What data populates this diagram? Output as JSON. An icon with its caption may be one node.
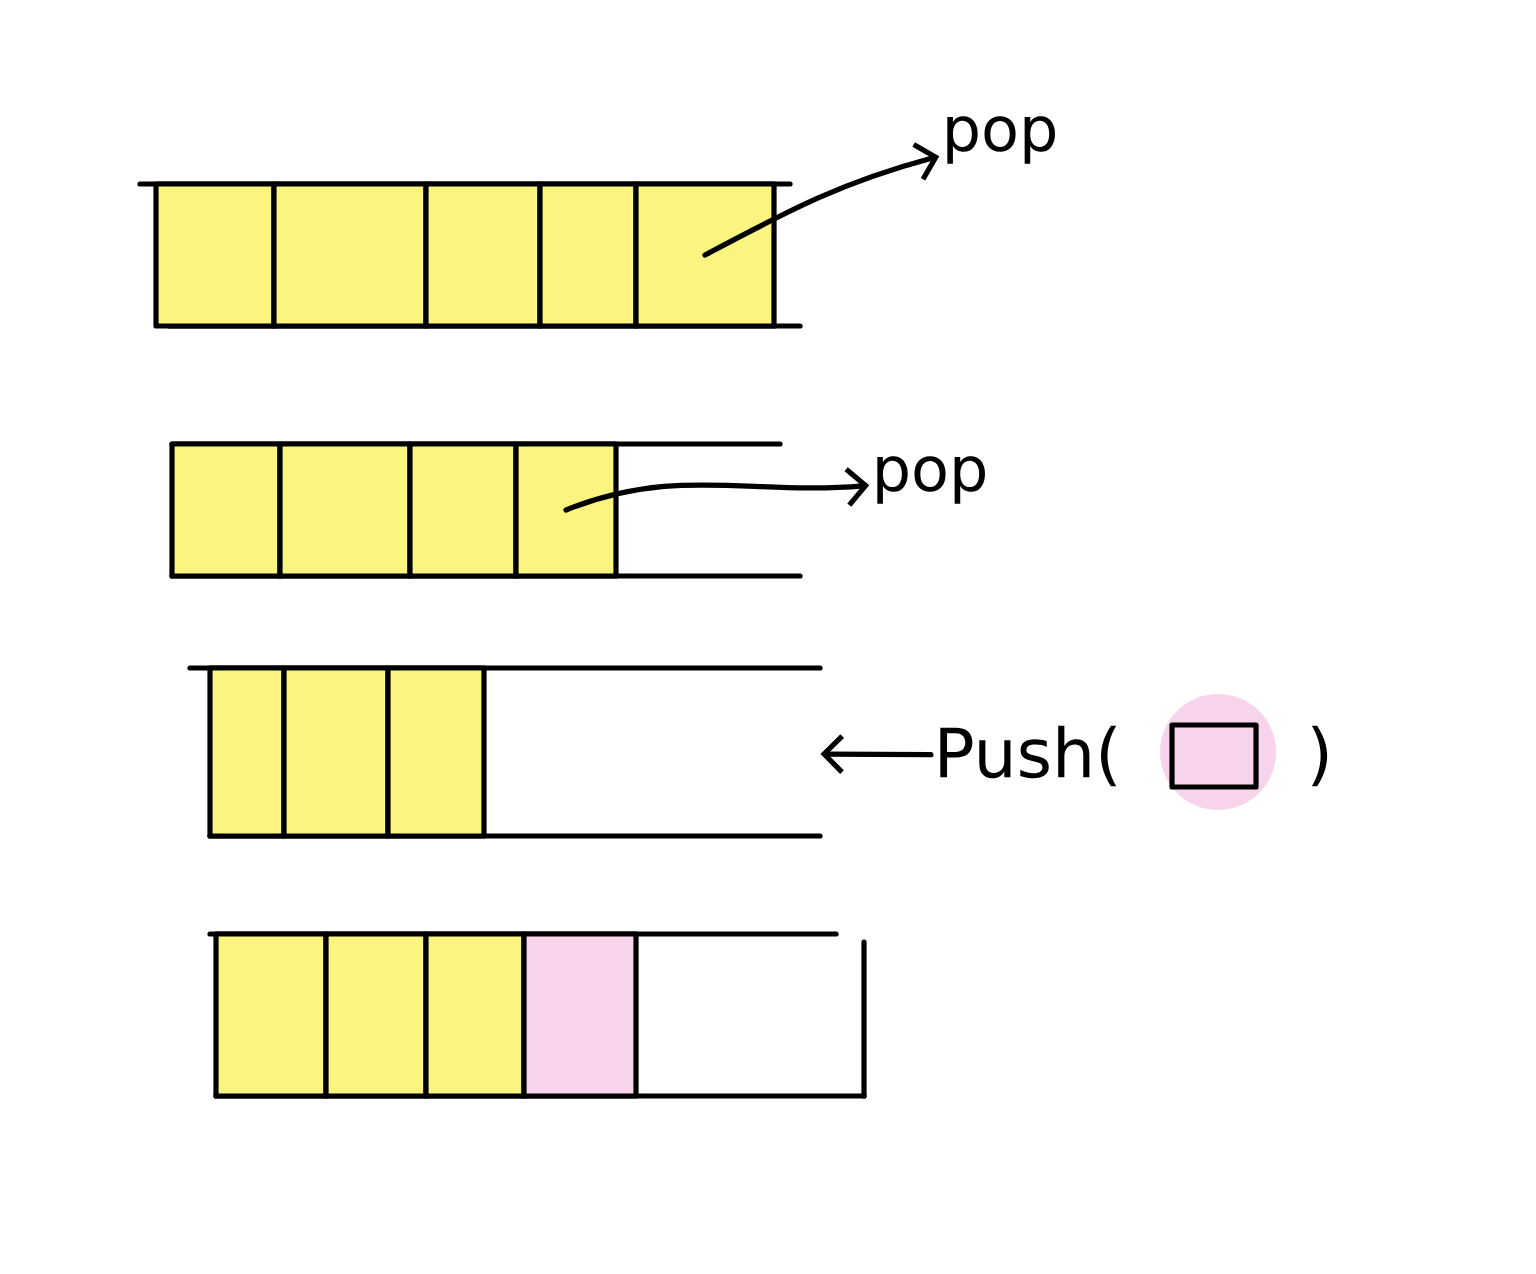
{
  "diagram": {
    "nodes": [
      {
        "text": [],
        "shape": "box"
      },
      {
        "text": [],
        "shape": "box",
        "in": 0
      },
      {
        "text": [],
        "shape": "box",
        "in": 0
      },
      {
        "text": [],
        "shape": "box",
        "in": 0
      },
      {
        "text": [],
        "shape": "box",
        "in": 0
      },
      {
        "text": [],
        "shape": "box",
        "in": 0
      },
      {
        "text": [
          "pop"
        ]
      },
      {
        "text": [],
        "shape": "box"
      },
      {
        "text": [],
        "shape": "box",
        "in": 7
      },
      {
        "text": [],
        "shape": "box",
        "in": 7
      },
      {
        "text": [],
        "shape": "box",
        "in": 7
      },
      {
        "text": [],
        "shape": "box",
        "in": 7
      },
      {
        "text": [
          "pop"
        ]
      },
      {
        "text": [],
        "shape": "box"
      },
      {
        "text": [],
        "shape": "box",
        "in": 13
      },
      {
        "text": [],
        "shape": "box",
        "in": 13
      },
      {
        "text": [],
        "shape": "box",
        "in": 13
      },
      {
        "text": [
          "Push(",
          ")"
        ]
      },
      {
        "text": [],
        "shape": "box",
        "in": 17
      },
      {
        "text": [],
        "shape": "box"
      },
      {
        "text": [],
        "shape": "box",
        "in": 19
      },
      {
        "text": [],
        "shape": "box",
        "in": 19
      },
      {
        "text": [],
        "shape": "box",
        "in": 19
      },
      {
        "text": [],
        "shape": "box",
        "in": 19
      }
    ],
    "edges": [
      {
        "from": 5,
        "to": 6,
        "arrow": "to"
      },
      {
        "from": 11,
        "to": 12,
        "arrow": "to"
      },
      {
        "from": 17,
        "to": 13,
        "arrow": "to"
      }
    ]
  }
}
